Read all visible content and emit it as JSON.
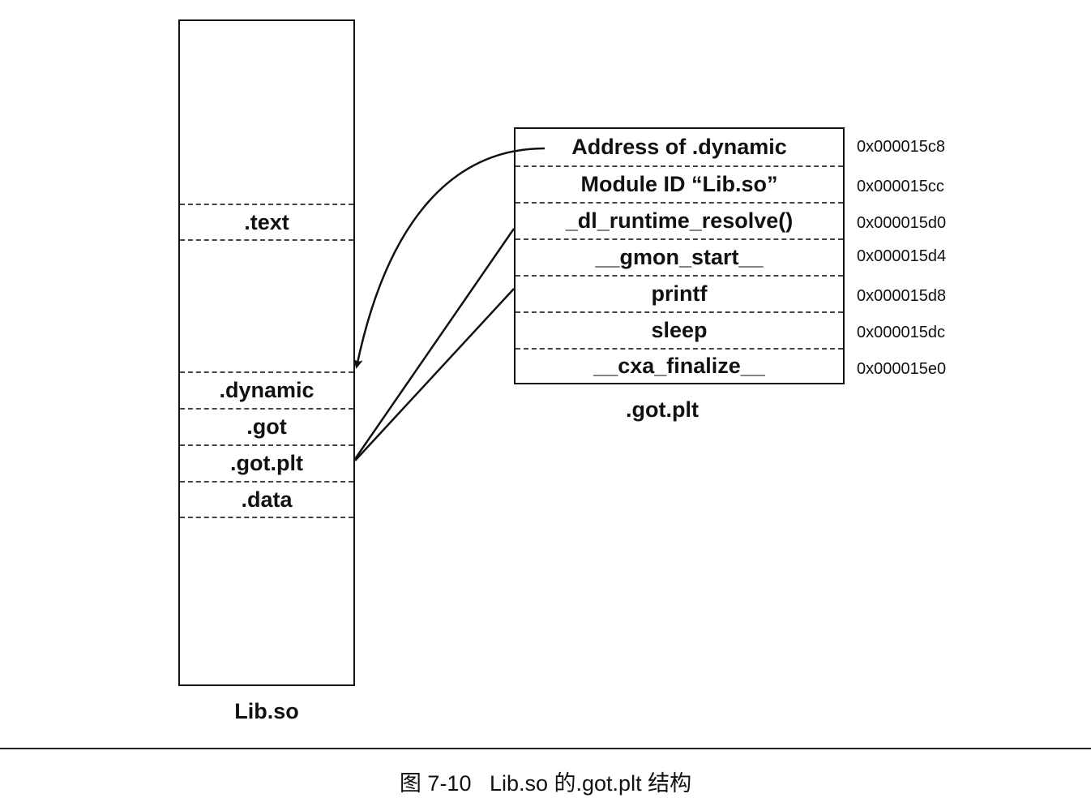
{
  "lib_so": {
    "label": "Lib.so",
    "sections": {
      "text": ".text",
      "dynamic": ".dynamic",
      "got": ".got",
      "got_plt": ".got.plt",
      "data": ".data"
    }
  },
  "got_plt": {
    "label": ".got.plt",
    "entries": [
      {
        "label": "Address of .dynamic",
        "address": "0x000015c8"
      },
      {
        "label": "Module ID “Lib.so”",
        "address": "0x000015cc"
      },
      {
        "label": "_dl_runtime_resolve()",
        "address": "0x000015d0"
      },
      {
        "label": "__gmon_start__",
        "address": "0x000015d4"
      },
      {
        "label": "printf",
        "address": "0x000015d8"
      },
      {
        "label": "sleep",
        "address": "0x000015dc"
      },
      {
        "label": "__cxa_finalize__",
        "address": "0x000015e0"
      }
    ]
  },
  "caption": "图 7-10   Lib.so 的.got.plt 结构",
  "colors": {
    "ink": "#111111",
    "dash": "#444444"
  }
}
